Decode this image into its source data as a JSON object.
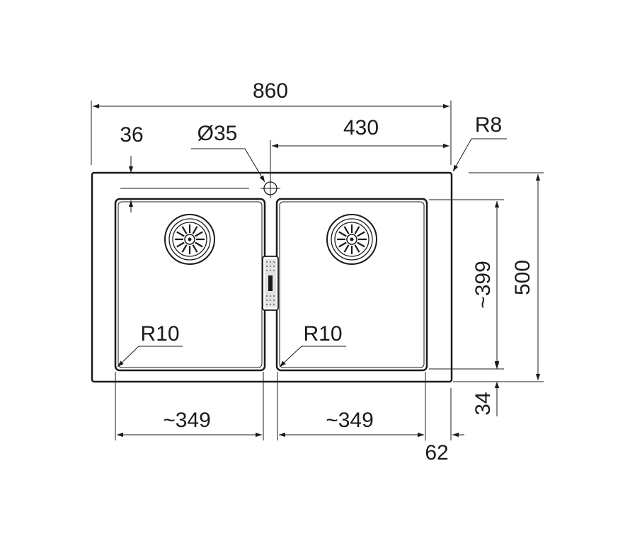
{
  "dimensions": {
    "overall_width": "860",
    "tap_hole_diameter": "Ø35",
    "tap_offset": "430",
    "corner_radius_outer": "R8",
    "edge_inset": "36",
    "bowl_depth_length": "~399",
    "overall_depth": "500",
    "bowl_radius_left": "R10",
    "bowl_radius_right": "R10",
    "left_bowl_width": "~349",
    "right_bowl_width": "~349",
    "bottom_margin": "34",
    "side_margin": "62"
  },
  "colors": {
    "line": "#1a1a1a",
    "background": "#ffffff"
  },
  "icons": [
    "tap-hole-icon",
    "left-drain-icon",
    "right-drain-icon",
    "overflow-icon"
  ]
}
